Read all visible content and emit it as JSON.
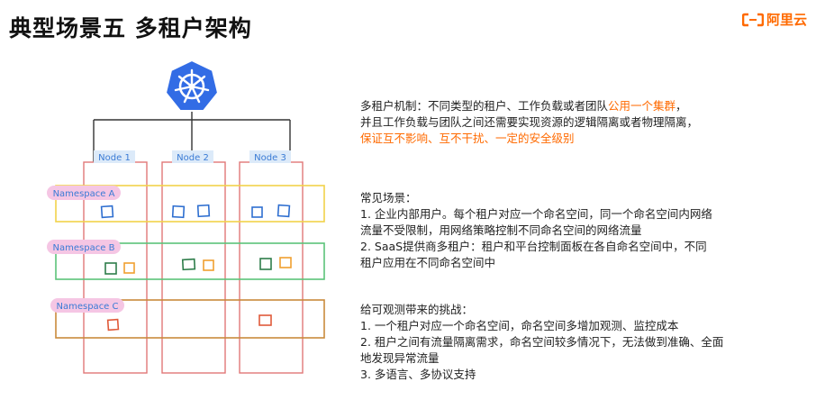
{
  "slide": {
    "title": "典型场景五 多租户架构",
    "logo_text": "阿里云"
  },
  "diagram": {
    "nodes": [
      "Node 1",
      "Node 2",
      "Node 3"
    ],
    "namespaces": [
      "Namespace A",
      "Namespace B",
      "Namespace C"
    ],
    "colors": {
      "k8s_blue": "#326ce5",
      "node_border": "#e07878",
      "ns_a": "#f2d24a",
      "ns_b": "#5cc37a",
      "ns_c": "#c98a3c",
      "label_bg": "#f5c6e4",
      "node_label": "#3a7bd5",
      "square_blue": "#2f6fd0",
      "square_green": "#2e7d4a",
      "square_orange": "#f0a030",
      "square_red": "#e05a3a"
    }
  },
  "text": {
    "multi_tenant": {
      "line1_prefix": "多租户机制：不同类型的租户、工作负载或者团队",
      "line1_highlight": "公用一个集群",
      "line1_suffix": "，",
      "line2": "并且工作负载与团队之间还需要实现资源的逻辑隔离或者物理隔离，",
      "line3_highlight": "保证互不影响、互不干扰、一定的安全级别"
    },
    "scenarios": {
      "heading": "常见场景：",
      "item1_line1": "1. 企业内部用户。每个租户对应一个命名空间，同一个命名空间内网络",
      "item1_line2": "流量不受限制，用网络策略控制不同命名空间的网络流量",
      "item2_line1": "2. SaaS提供商多租户：租户和平台控制面板在各自命名空间中，不同",
      "item2_line2": "租户应用在不同命名空间中"
    },
    "challenges": {
      "heading": "给可观测带来的挑战：",
      "item1": "1. 一个租户对应一个命名空间，命名空间多增加观测、监控成本",
      "item2_line1": "2. 租户之间有流量隔离需求，命名空间较多情况下，无法做到准确、全面",
      "item2_line2": "地发现异常流量",
      "item3": "3. 多语言、多协议支持"
    }
  }
}
